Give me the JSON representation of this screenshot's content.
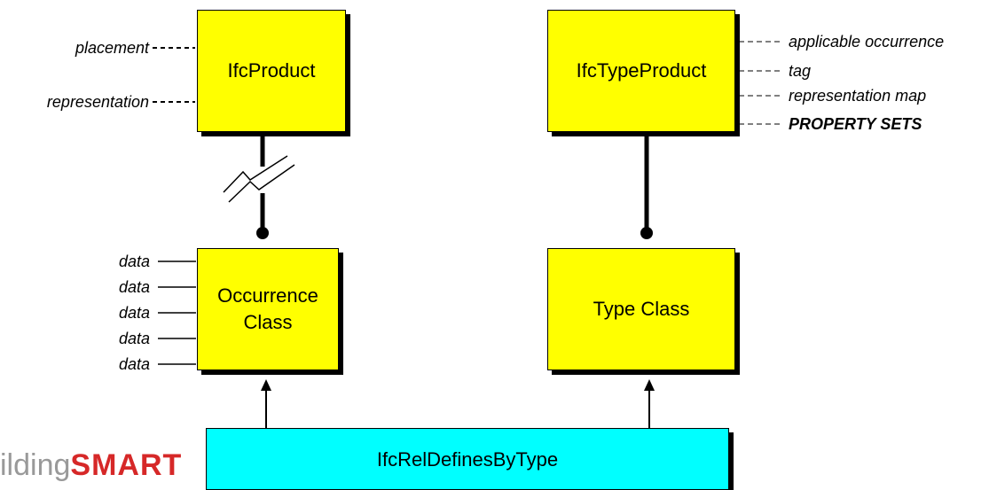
{
  "boxes": {
    "ifc_product": "IfcProduct",
    "ifc_type_product": "IfcTypeProduct",
    "occurrence_class_line1": "Occurrence",
    "occurrence_class_line2": "Class",
    "type_class": "Type Class",
    "rel_defines_by_type": "IfcRelDefinesByType"
  },
  "product_attributes": [
    "placement",
    "representation"
  ],
  "type_product_attributes": [
    "applicable occurrence",
    "tag",
    "representation map",
    "PROPERTY SETS"
  ],
  "occurrence_data": [
    "data",
    "data",
    "data",
    "data",
    "data"
  ],
  "logo": {
    "prefix": "ilding",
    "brand": "SMART"
  },
  "colors": {
    "class_box": "#ffff00",
    "relationship_box": "#00ffff"
  }
}
